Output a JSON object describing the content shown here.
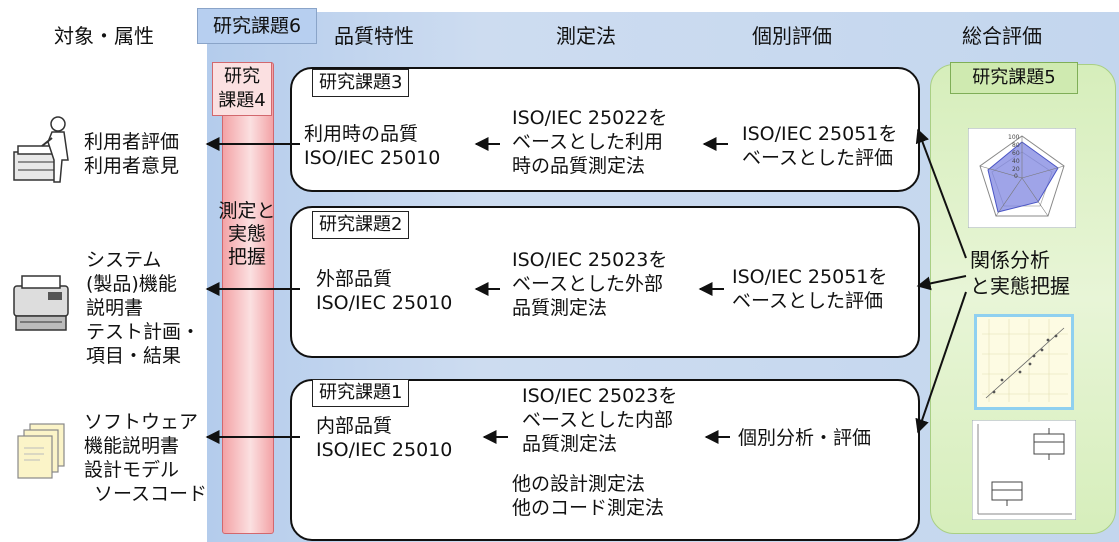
{
  "headers": {
    "attributes": "対象・属性",
    "quality": "品質特性",
    "measurement": "測定法",
    "individual": "個別評価",
    "overall": "総合評価"
  },
  "topics": {
    "t1": "研究課題1",
    "t2": "研究課題2",
    "t3": "研究課題3",
    "t4_line1": "研究",
    "t4_line2": "課題4",
    "t5": "研究課題5",
    "t6": "研究課題6"
  },
  "pink_bar": {
    "l1": "測定と",
    "l2": "実態",
    "l3": "把握"
  },
  "left_labels": {
    "user_1": "利用者評価",
    "user_2": "利用者意見",
    "system_1": "システム",
    "system_2": "(製品)機能",
    "system_3": "説明書",
    "system_4": "テスト計画・",
    "system_5": "項目・結果",
    "software_1": "ソフトウェア",
    "software_2": "機能説明書",
    "software_3": "設計モデル",
    "software_4": "ソースコード"
  },
  "row3": {
    "quality_1": "利用時の品質",
    "quality_2": "ISO/IEC 25010",
    "measure_1": "ISO/IEC 25022を",
    "measure_2": "ベースとした利用",
    "measure_3": "時の品質測定法",
    "eval_1": "ISO/IEC 25051を",
    "eval_2": "ベースとした評価"
  },
  "row2": {
    "quality_1": "外部品質",
    "quality_2": "ISO/IEC 25010",
    "measure_1": "ISO/IEC 25023を",
    "measure_2": "ベースとした外部",
    "measure_3": "品質測定法",
    "eval_1": "ISO/IEC 25051を",
    "eval_2": "ベースとした評価"
  },
  "row1": {
    "quality_1": "内部品質",
    "quality_2": "ISO/IEC 25010",
    "measure_1": "ISO/IEC 25023を",
    "measure_2": "ベースとした内部",
    "measure_3": "品質測定法",
    "measure_4": "他の設計測定法",
    "measure_5": "他のコード測定法",
    "eval_1": "個別分析・評価"
  },
  "overall": {
    "l1": "関係分析",
    "l2": "と実態把握"
  },
  "radar_ticks": [
    "100",
    "80",
    "60",
    "40",
    "20",
    "0"
  ],
  "colors": {
    "panel": "#c3d6ee",
    "pink": "#f3a3a6",
    "green": "#d6eebb",
    "radar_fill": "#7f86e0"
  },
  "icons": {
    "user": "person-at-copier-icon",
    "system": "printer-icon",
    "software": "documents-icon"
  }
}
